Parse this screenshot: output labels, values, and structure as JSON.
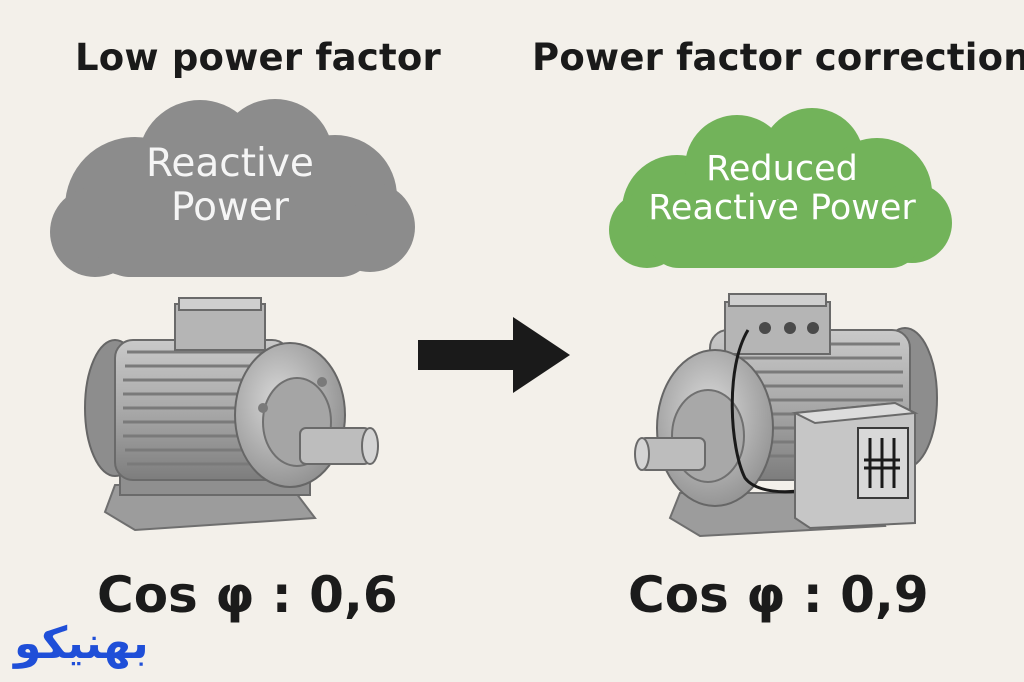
{
  "left_panel": {
    "heading": "Low power factor",
    "cloud_lines": [
      "Reactive",
      "Power"
    ],
    "cos_label": "Cos φ : 0,6"
  },
  "right_panel": {
    "heading": "Power factor correction",
    "cloud_lines": [
      "Reduced",
      "Reactive Power"
    ],
    "cos_label": "Cos φ : 0,9"
  },
  "logo": {
    "text": "بهنیکو"
  },
  "colors": {
    "background": "#f3f0ea",
    "cloud_gray": "#8c8c8c",
    "cloud_green": "#72b35a",
    "arrow": "#1a1a1a",
    "logo_blue": "#1f4fd8"
  },
  "icons": {
    "arrow": "right-arrow-icon",
    "motor": "electric-motor-icon",
    "capacitor": "capacitor-symbol-icon"
  }
}
